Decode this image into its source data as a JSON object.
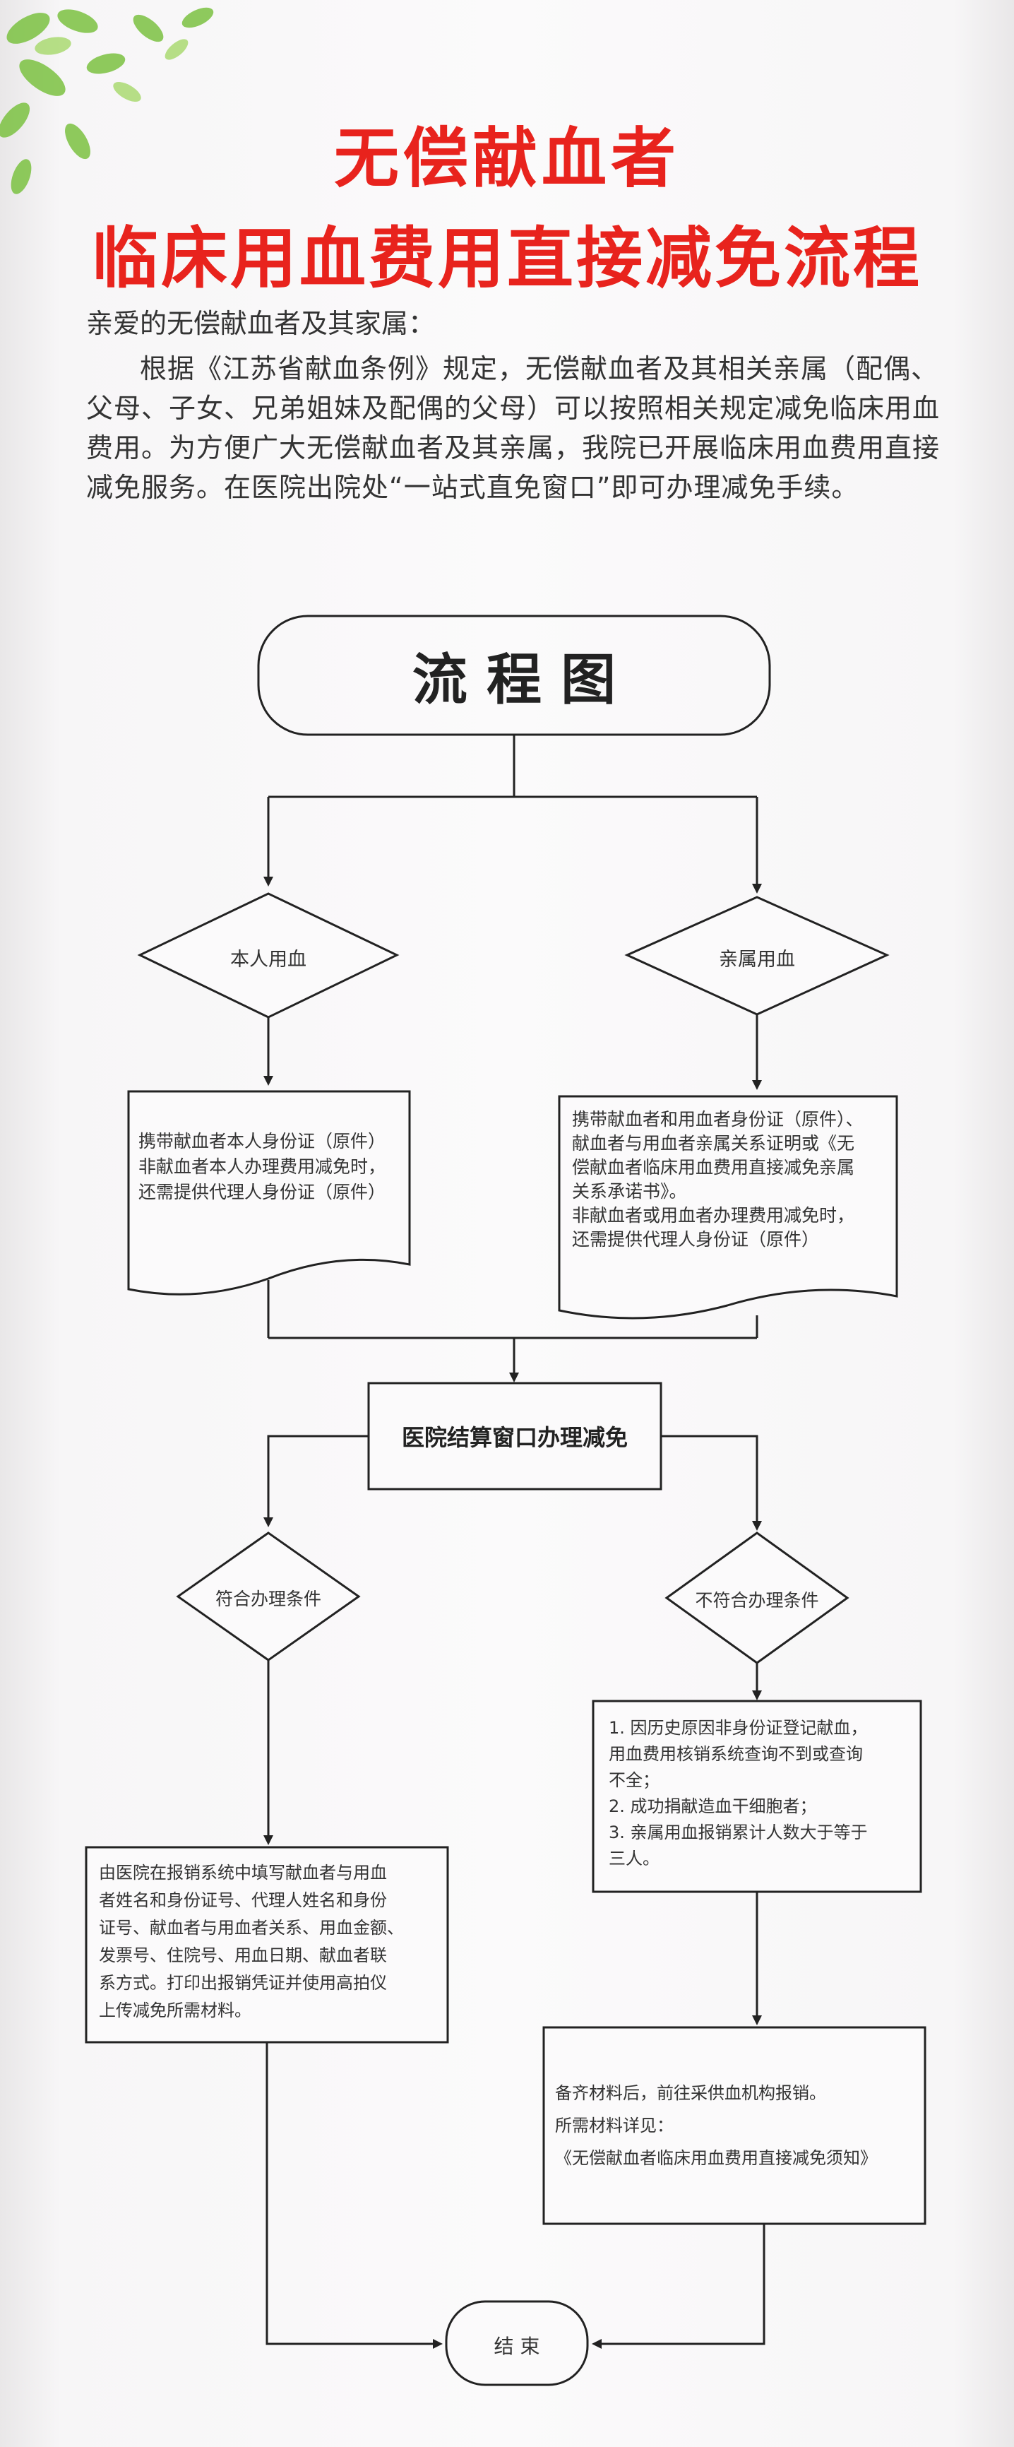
{
  "poster": {
    "title_line1": "无偿献血者",
    "title_line2": "临床用血费用直接减免流程",
    "greeting": "亲爱的无偿献血者及其家属：",
    "body": "根据《江苏省献血条例》规定，无偿献血者及其相关亲属（配偶、父母、子女、兄弟姐妹及配偶的父母）可以按照相关规定减免临床用血费用。为方便广大无偿献血者及其亲属，我院已开展临床用血费用直接减免服务。在医院出院处“一站式直免窗口”即可办理减免手续。"
  },
  "flowchart": {
    "title": "流 程 图",
    "self_use": "本人用血",
    "relative_use": "亲属用血",
    "self_docs": [
      "携带献血者本人身份证（原件）",
      "非献血者本人办理费用减免时，",
      "还需提供代理人身份证（原件）"
    ],
    "relative_docs": [
      "携带献血者和用血者身份证（原件）、",
      "献血者与用血者亲属关系证明或《无",
      "偿献血者临床用血费用直接减免亲属",
      "关系承诺书》。",
      "非献血者或用血者办理费用减免时，",
      "还需提供代理人身份证（原件）"
    ],
    "window": "医院结算窗口办理减免",
    "eligible": "符合办理条件",
    "ineligible": "不符合办理条件",
    "eligible_steps": [
      "由医院在报销系统中填写献血者与用血",
      "者姓名和身份证号、代理人姓名和身份",
      "证号、献血者与用血者关系、用血金额、",
      "发票号、住院号、用血日期、献血者联",
      "系方式。打印出报销凭证并使用高拍仪",
      "上传减免所需材料。"
    ],
    "ineligible_reasons": [
      "1. 因历史原因非身份证登记献血，",
      "用血费用核销系统查询不到或查询",
      "不全；",
      "2. 成功捐献造血干细胞者；",
      "3. 亲属用血报销累计人数大于等于",
      "三人。"
    ],
    "reimburse": [
      "备齐材料后，前往采供血机构报销。",
      "所需材料详见：",
      "《无偿献血者临床用血费用直接减免须知》"
    ],
    "end": "结 束"
  },
  "colors": {
    "title_red": "#e8231d",
    "leaf_green": "#7cc242",
    "line": "#222222"
  }
}
